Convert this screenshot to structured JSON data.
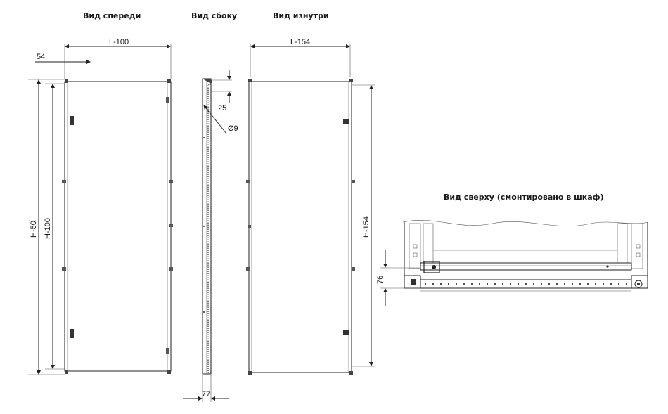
{
  "views": {
    "front": "Вид спереди",
    "side": "Вид сбоку",
    "inside": "Вид изнутри",
    "top": "Вид сверху (смонтировано в шкаф)"
  },
  "dimensions": {
    "front_l": "L-100",
    "front_54": "54",
    "front_h50": "H-50",
    "front_h100": "H-100",
    "side_25": "25",
    "side_d9": "Ø9",
    "side_77": "77",
    "inside_l": "L-154",
    "inside_h": "H-154",
    "top_76": "76"
  }
}
